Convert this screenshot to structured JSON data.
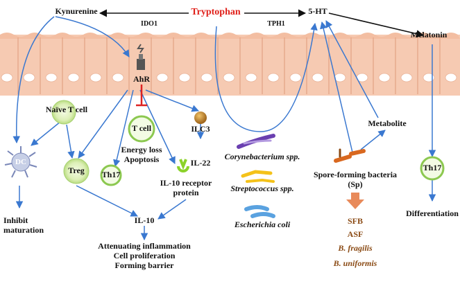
{
  "nodes": {
    "tryptophan": "Tryptophan",
    "kynurenine": "Kynurenine",
    "ht5": "5-HT",
    "ido1": "IDO1",
    "tph1": "TPH1",
    "melatonin": "Melatonin",
    "ahr": "AhR",
    "naive_t_cell": "Naïve T cell",
    "t_cell": "T cell",
    "ilc3": "ILC3",
    "energy_loss": "Energy loss",
    "apoptosis": "Apoptosis",
    "dc": "DC",
    "il22": "IL-22",
    "treg": "Treg",
    "th17": "Th17",
    "il10_receptor": "IL-10 receptor",
    "protein": "protein",
    "inhibit": "Inhibit",
    "maturation": "maturation",
    "il10": "IL-10",
    "metabolite": "Metabolite",
    "spore_forming": "Spore-forming bacteria",
    "sp": "(Sp)",
    "differentiation": "Differentiation"
  },
  "outcomes": [
    "Attenuating inflammation",
    "Cell proliferation",
    "Forming barrier"
  ],
  "bacteria": {
    "corynebacterium": "Corynebacterium spp.",
    "streptococcus": "Streptococcus spp.",
    "ecoli": "Escherichia coli"
  },
  "sp_members": [
    "SFB",
    "ASF",
    "B. fragilis",
    "B. uniformis"
  ],
  "colors": {
    "tryptophan": "#e0201a",
    "arrow_blue": "#3a78d0",
    "inhibition_red": "#dd2222",
    "epithelium": "#f6cab2",
    "sp_members": "#8a4a14"
  }
}
